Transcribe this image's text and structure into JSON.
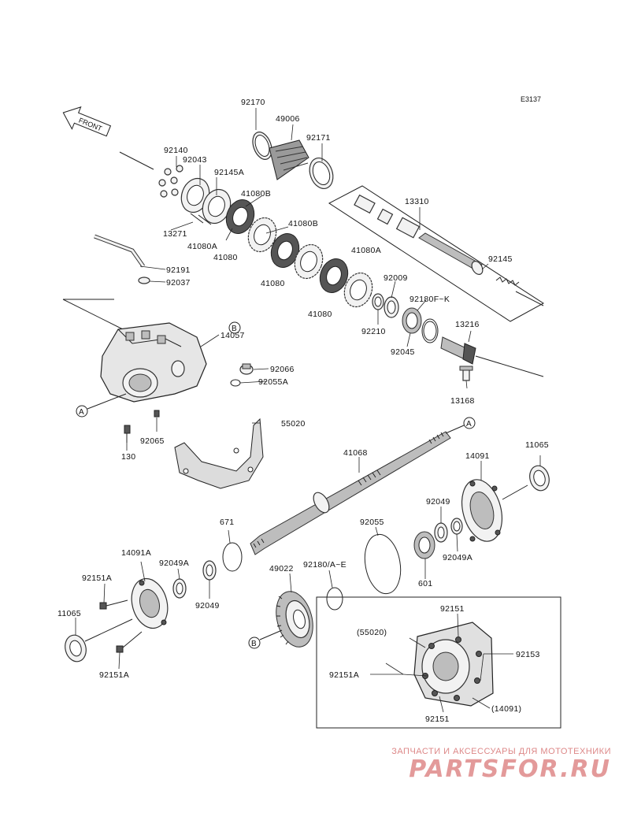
{
  "diagram_code": "E3137",
  "front_arrow_label": "FRONT",
  "labels": {
    "l_92170": "92170",
    "l_49006": "49006",
    "l_92171": "92171",
    "l_92140": "92140",
    "l_92043": "92043",
    "l_92145A": "92145A",
    "l_41080B_1": "41080B",
    "l_41080B_2": "41080B",
    "l_13271": "13271",
    "l_41080A_1": "41080A",
    "l_41080_1": "41080",
    "l_41080_2": "41080",
    "l_41080A_2": "41080A",
    "l_41080_3": "41080",
    "l_13310": "13310",
    "l_92145": "92145",
    "l_92191": "92191",
    "l_92037": "92037",
    "l_92009": "92009",
    "l_92180FK": "92180F~K",
    "l_92210": "92210",
    "l_92045": "92045",
    "l_13216": "13216",
    "l_14057": "14057",
    "l_92066": "92066",
    "l_92055A": "92055A",
    "l_13168": "13168",
    "l_55020": "55020",
    "l_92065": "92065",
    "l_130": "130",
    "l_41068": "41068",
    "l_14091": "14091",
    "l_11065_r": "11065",
    "l_92049_r": "92049",
    "l_92055": "92055",
    "l_671": "671",
    "l_92049A_r": "92049A",
    "l_601": "601",
    "l_14091A": "14091A",
    "l_92049A_l": "92049A",
    "l_92151A_1": "92151A",
    "l_92180AE": "92180/A~E",
    "l_49022": "49022",
    "l_92049_l": "92049",
    "l_11065_l": "11065",
    "l_92151A_2": "92151A",
    "l_92151_1": "92151",
    "l_55020_p": "(55020)",
    "l_92153": "92153",
    "l_92151A_3": "92151A",
    "l_14091_p": "(14091)",
    "l_92151_2": "92151"
  },
  "reference_markers": {
    "b_top": "B",
    "a_left": "A",
    "a_shaft": "A",
    "b_gear": "B"
  },
  "watermark": {
    "subtitle": "ЗАПЧАСТИ И АКСЕССУАРЫ ДЛЯ МОТОТЕХНИКИ",
    "brand": "PARTSFOR.RU",
    "color": "#e39a9a"
  }
}
